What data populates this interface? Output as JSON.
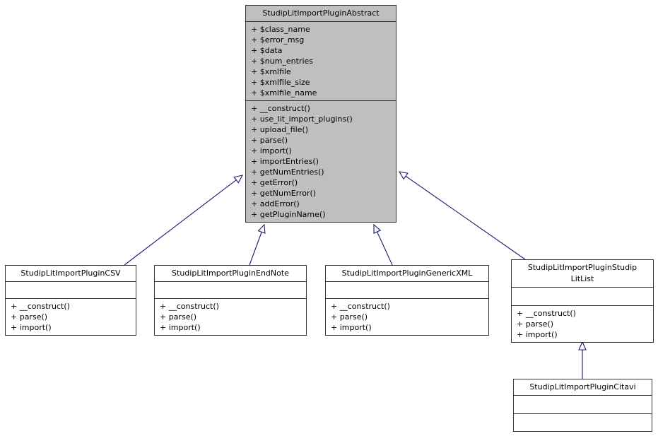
{
  "diagram": {
    "background": "#ffffff",
    "edge_color": "#191970",
    "arrowhead_fill": "#ffffff",
    "abstract_fill": "#bfbfbf",
    "class_fill": "#ffffff",
    "border_color": "#333333",
    "text_color": "#000000"
  },
  "classes": [
    {
      "id": "abstract",
      "title": "StudipLitImportPluginAbstract",
      "attributes": [
        "+ $class_name",
        "+ $error_msg",
        "+ $data",
        "+ $num_entries",
        "+ $xmlfile",
        "+ $xmlfile_size",
        "+ $xmlfile_name"
      ],
      "methods": [
        "+ __construct()",
        "+ use_lit_import_plugins()",
        "+ upload_file()",
        "+ parse()",
        "+ import()",
        "+ importEntries()",
        "+ getNumEntries()",
        "+ getError()",
        "+ getNumError()",
        "+ addError()",
        "+ getPluginName()"
      ]
    },
    {
      "id": "csv",
      "title": "StudipLitImportPluginCSV",
      "attributes": [],
      "methods": [
        "+ __construct()",
        "+ parse()",
        "+ import()"
      ]
    },
    {
      "id": "endnote",
      "title": "StudipLitImportPluginEndNote",
      "attributes": [],
      "methods": [
        "+ __construct()",
        "+ parse()",
        "+ import()"
      ]
    },
    {
      "id": "genericxml",
      "title": "StudipLitImportPluginGenericXML",
      "attributes": [],
      "methods": [
        "+ __construct()",
        "+ parse()",
        "+ import()"
      ]
    },
    {
      "id": "studiplitlist",
      "title": "StudipLitImportPluginStudip\nLitList",
      "attributes": [],
      "methods": [
        "+ __construct()",
        "+ parse()",
        "+ import()"
      ]
    },
    {
      "id": "citavi",
      "title": "StudipLitImportPluginCitavi",
      "attributes": [],
      "methods": []
    }
  ]
}
